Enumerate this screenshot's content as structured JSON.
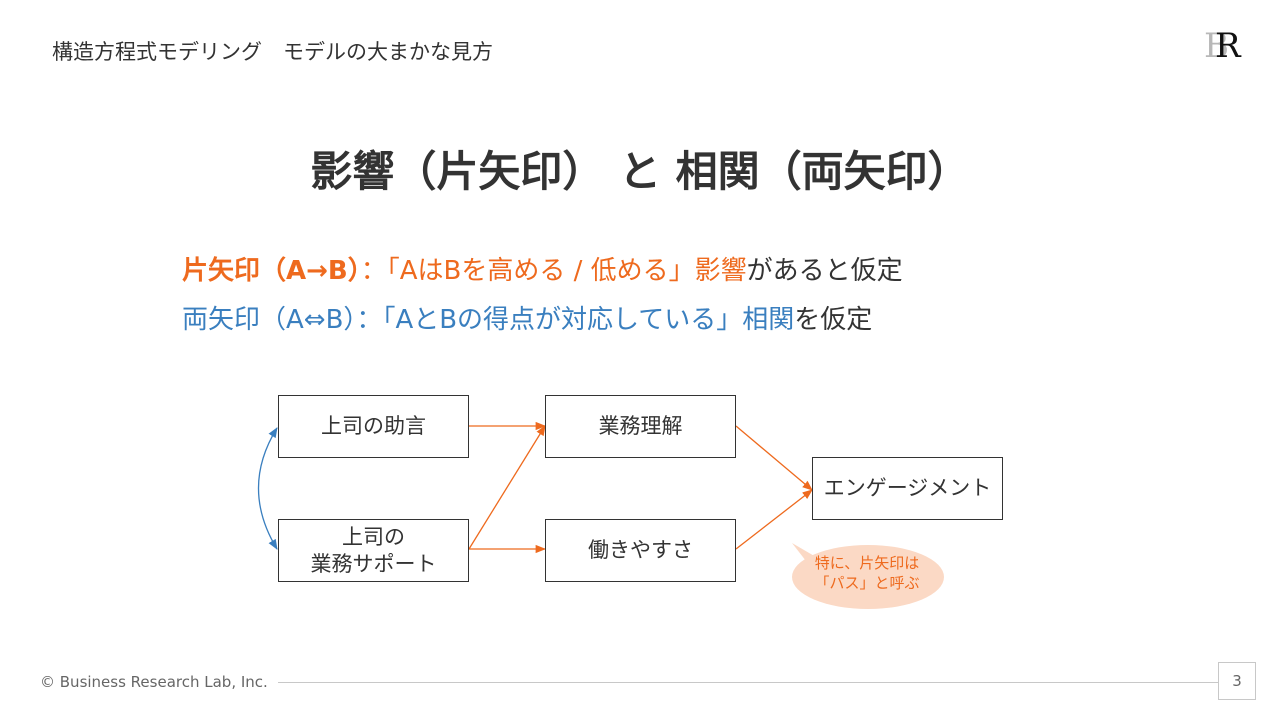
{
  "header": {
    "title": "構造方程式モデリング　モデルの大まかな見方",
    "logo": "R"
  },
  "slide": {
    "title": "影響（片矢印） と 相関（両矢印）"
  },
  "legend": {
    "one_way": {
      "label": "片矢印（A→B）",
      "sep": "：",
      "quote": "「AはBを高める / 低める」影響",
      "suffix": "があると仮定"
    },
    "two_way": {
      "label": "両矢印（A⇔B）",
      "sep": "：",
      "quote": "「AとBの得点が対応している」相関",
      "suffix": "を仮定"
    }
  },
  "diagram": {
    "nodes": {
      "boss_advice": "上司の助言",
      "boss_support": "上司の\n業務サポート",
      "understanding": "業務理解",
      "ease": "働きやすさ",
      "engagement": "エンゲージメント"
    },
    "callout": "特に、片矢印は\n「パス」と呼ぶ",
    "colors": {
      "path": "#ee6a1e",
      "correlation": "#3a7fbf",
      "callout_fill": "#fbd9c5"
    }
  },
  "footer": {
    "copyright": "© Business Research Lab, Inc.",
    "page": "3"
  }
}
